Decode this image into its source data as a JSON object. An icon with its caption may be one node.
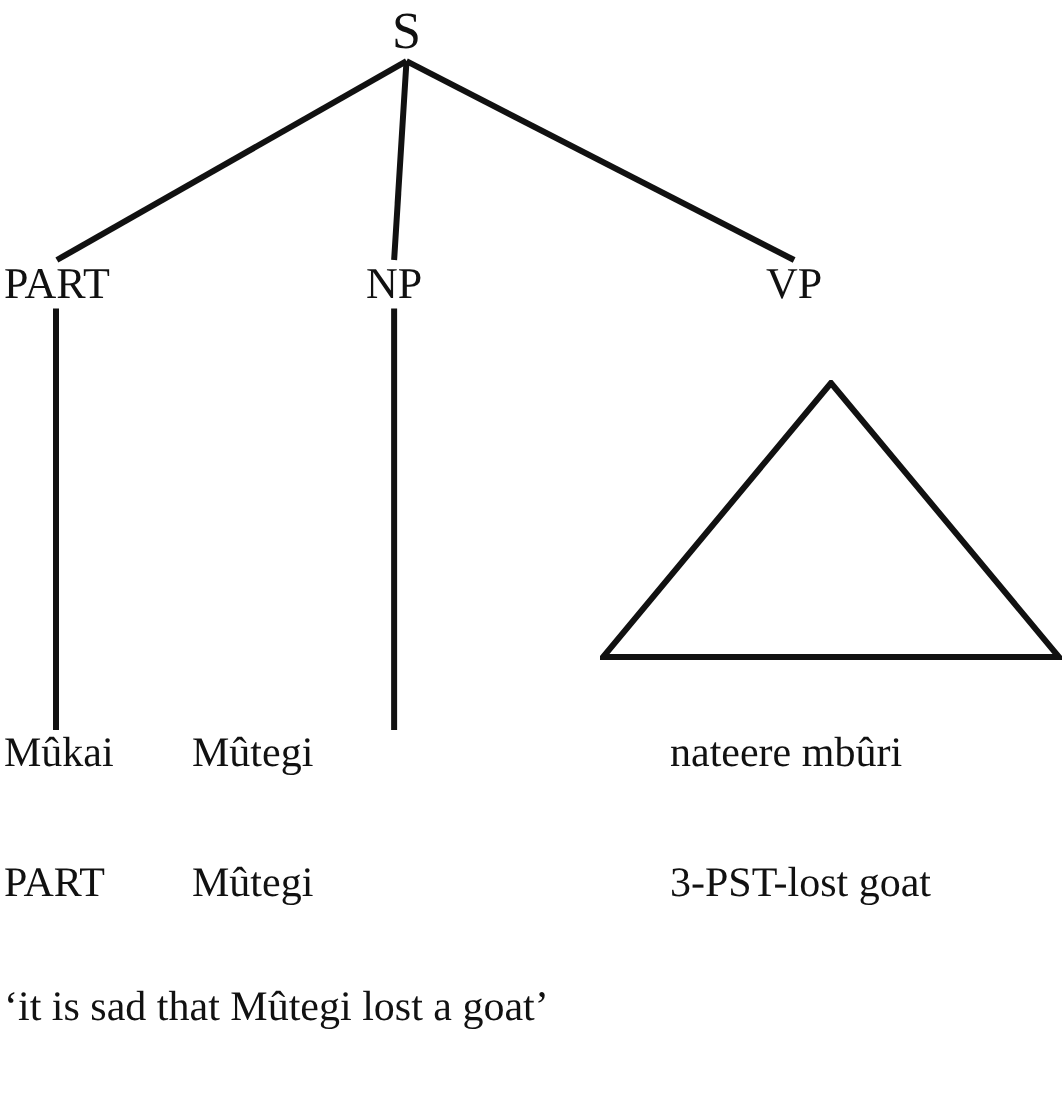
{
  "diagram": {
    "nodes": [
      {
        "text": [
          "S"
        ]
      },
      {
        "text": [
          "PART"
        ]
      },
      {
        "text": [
          "NP"
        ]
      },
      {
        "text": [
          "VP"
        ]
      },
      {
        "text": [],
        "shape": "triangle"
      },
      {
        "text": [
          "Mûkai"
        ]
      },
      {
        "text": [
          "Mûtegi"
        ]
      },
      {
        "text": [
          "nateere mbûri"
        ]
      }
    ],
    "edges": [
      {
        "from": 0,
        "to": 1,
        "arrow": "none"
      },
      {
        "from": 0,
        "to": 2,
        "arrow": "none"
      },
      {
        "from": 0,
        "to": 3,
        "arrow": "none"
      },
      {
        "from": 1,
        "to": 5,
        "arrow": "none"
      },
      {
        "from": 2,
        "to": 6,
        "arrow": "none"
      }
    ],
    "labels": [
      "PART",
      "Mûtegi",
      "3-PST-lost goat",
      "‘it is sad that Mûtegi lost a goat’"
    ]
  }
}
